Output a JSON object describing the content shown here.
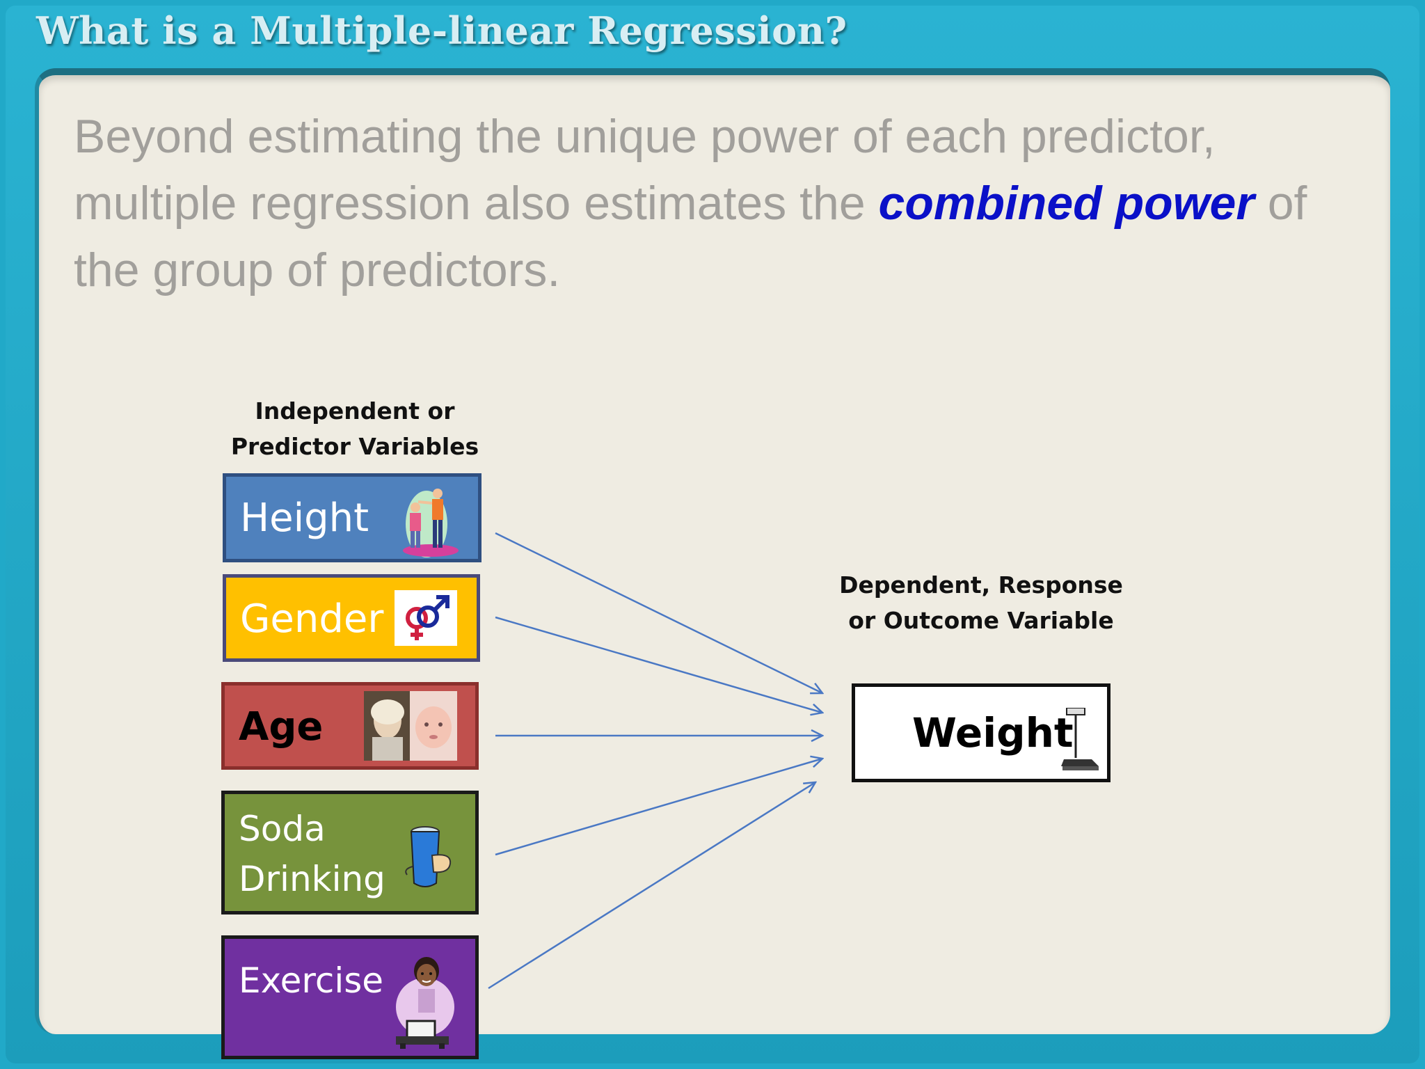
{
  "title": "What is a Multiple-linear Regression?",
  "intro": {
    "part1": "Beyond estimating the unique power of each predictor, multiple regression also estimates the ",
    "emphasis": "combined power",
    "part2": " of the group of predictors."
  },
  "predictors_caption": {
    "line1": "Independent or",
    "line2": "Predictor Variables"
  },
  "outcome_caption": {
    "line1": "Dependent, Response",
    "line2": "or Outcome Variable"
  },
  "predictors": [
    {
      "label": "Height",
      "color": "#4f81bd",
      "icon": "measuring-height-icon"
    },
    {
      "label": "Gender",
      "color": "#ffc000",
      "icon": "gender-symbols-icon"
    },
    {
      "label": "Age",
      "color": "#c0504d",
      "icon": "age-photos-icon"
    },
    {
      "label_line1": "Soda",
      "label_line2": "Drinking",
      "color": "#77933c",
      "icon": "soda-can-icon"
    },
    {
      "label": "Exercise",
      "color": "#7030a0",
      "icon": "treadmill-runner-icon"
    }
  ],
  "outcome": {
    "label": "Weight",
    "icon": "scale-icon"
  },
  "colors": {
    "frame": "#21a9c8",
    "panel": "#efece2",
    "arrow": "#4a78c4",
    "emphasis": "#0a10c8"
  }
}
